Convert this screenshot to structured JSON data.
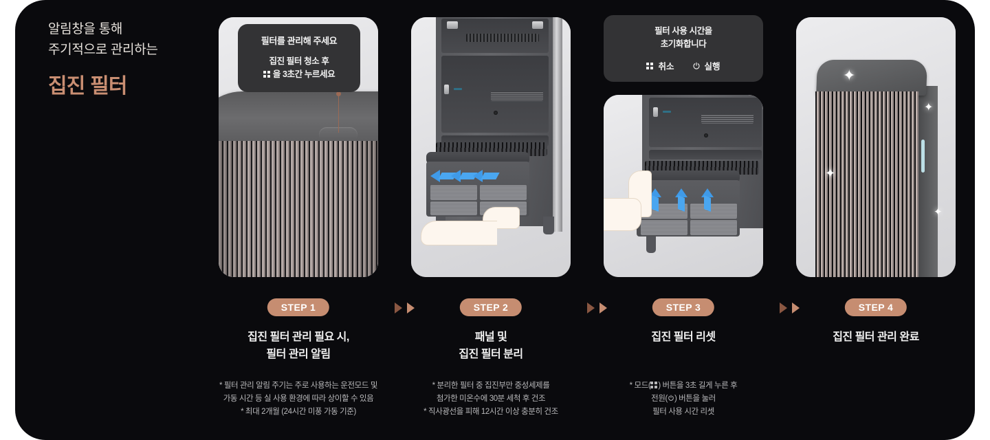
{
  "headline": {
    "line1": "알림창을 통해",
    "line2": "주기적으로 관리하는",
    "emphasis": "집진 필터",
    "emphasis_color": "#c98e72"
  },
  "popups": {
    "step1": {
      "title": "필터를 관리해 주세요",
      "body_line1": "집진 필터 청소 후",
      "body_line2_suffix": "을 3초간 누르세요",
      "icon": "mode-icon"
    },
    "step3": {
      "title_line1": "필터 사용 시간을",
      "title_line2": "초기화합니다",
      "cancel_label": "취소",
      "cancel_icon": "mode-icon",
      "confirm_label": "실행",
      "confirm_icon": "power-icon"
    }
  },
  "steps": [
    {
      "badge": "STEP 1",
      "caption_line1": "집진 필터 관리 필요 시,",
      "caption_line2": "필터 관리 알림",
      "note_line1": "* 필터 관리 알림 주기는 주로 사용하는 운전모드 및",
      "note_line2": "가동 시간 등 실 사용 환경에 따라 상이할 수 있음",
      "note_line3": "* 최대 2개월 (24시간 미풍 가동 기준)"
    },
    {
      "badge": "STEP 2",
      "caption_line1": "패널 및",
      "caption_line2": "집진 필터 분리",
      "note_line1": "* 분리한 필터 중 집진부만 중성세제를",
      "note_line2": "첨가한 미온수에 30분 세척 후 건조",
      "note_line3": "* 직사광선을 피해 12시간 이상 충분히 건조"
    },
    {
      "badge": "STEP 3",
      "caption_line1": "집진 필터 리셋",
      "caption_line2": "",
      "note_prefix": "* 모드(",
      "note_mid": ") 버튼을 3초 길게 누른 후",
      "note_line2_prefix": "전원(",
      "note_line2_suffix": ") 버튼을 눌러",
      "note_line3": "필터 사용 시간 리셋"
    },
    {
      "badge": "STEP 4",
      "caption_line1": "집진 필터 관리 완료",
      "caption_line2": "",
      "note_line1": "",
      "note_line2": "",
      "note_line3": ""
    }
  ],
  "separators": {
    "arrow_dark": "#8a5742",
    "arrow_light": "#c68d71"
  },
  "theme": {
    "background": "#0a0a0d",
    "badge_color": "#c68d71",
    "caption_color": "#f0f0f0",
    "note_color": "#b9b9bb"
  }
}
